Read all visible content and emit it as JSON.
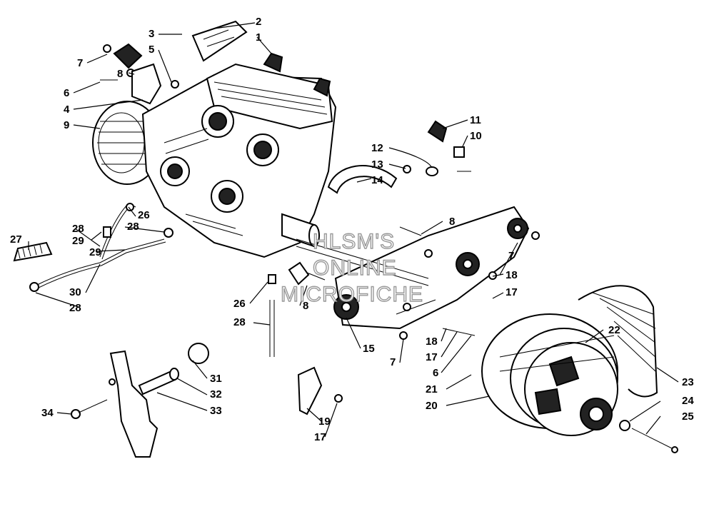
{
  "watermark": {
    "line1": "HLSM'S",
    "line2": "ONLINE",
    "line3": "MICROFICHE"
  },
  "callouts": [
    {
      "id": "c1",
      "label": "1"
    },
    {
      "id": "c2",
      "label": "2"
    },
    {
      "id": "c3",
      "label": "3"
    },
    {
      "id": "c5",
      "label": "5"
    },
    {
      "id": "c7a",
      "label": "7"
    },
    {
      "id": "c8a",
      "label": "8"
    },
    {
      "id": "c6a",
      "label": "6"
    },
    {
      "id": "c4",
      "label": "4"
    },
    {
      "id": "c9",
      "label": "9"
    },
    {
      "id": "c11",
      "label": "11"
    },
    {
      "id": "c10",
      "label": "10"
    },
    {
      "id": "c12",
      "label": "12"
    },
    {
      "id": "c13",
      "label": "13"
    },
    {
      "id": "c14",
      "label": "14"
    },
    {
      "id": "c8b",
      "label": "8"
    },
    {
      "id": "c27",
      "label": "27"
    },
    {
      "id": "c28a",
      "label": "28"
    },
    {
      "id": "c29a",
      "label": "29"
    },
    {
      "id": "c28b",
      "label": "28"
    },
    {
      "id": "c26a",
      "label": "26"
    },
    {
      "id": "c29b",
      "label": "29"
    },
    {
      "id": "c30",
      "label": "30"
    },
    {
      "id": "c28c",
      "label": "28"
    },
    {
      "id": "c7b",
      "label": "7"
    },
    {
      "id": "c18a",
      "label": "18"
    },
    {
      "id": "c17a",
      "label": "17"
    },
    {
      "id": "c26b",
      "label": "26"
    },
    {
      "id": "c8c",
      "label": "8"
    },
    {
      "id": "c28d",
      "label": "28"
    },
    {
      "id": "c15",
      "label": "15"
    },
    {
      "id": "c7c",
      "label": "7"
    },
    {
      "id": "c18b",
      "label": "18"
    },
    {
      "id": "c17b",
      "label": "17"
    },
    {
      "id": "c6b",
      "label": "6"
    },
    {
      "id": "c22",
      "label": "22"
    },
    {
      "id": "c23",
      "label": "23"
    },
    {
      "id": "c21",
      "label": "21"
    },
    {
      "id": "c20",
      "label": "20"
    },
    {
      "id": "c24",
      "label": "24"
    },
    {
      "id": "c25",
      "label": "25"
    },
    {
      "id": "c31",
      "label": "31"
    },
    {
      "id": "c32",
      "label": "32"
    },
    {
      "id": "c33",
      "label": "33"
    },
    {
      "id": "c34",
      "label": "34"
    },
    {
      "id": "c19",
      "label": "19"
    },
    {
      "id": "c17c",
      "label": "17"
    }
  ]
}
